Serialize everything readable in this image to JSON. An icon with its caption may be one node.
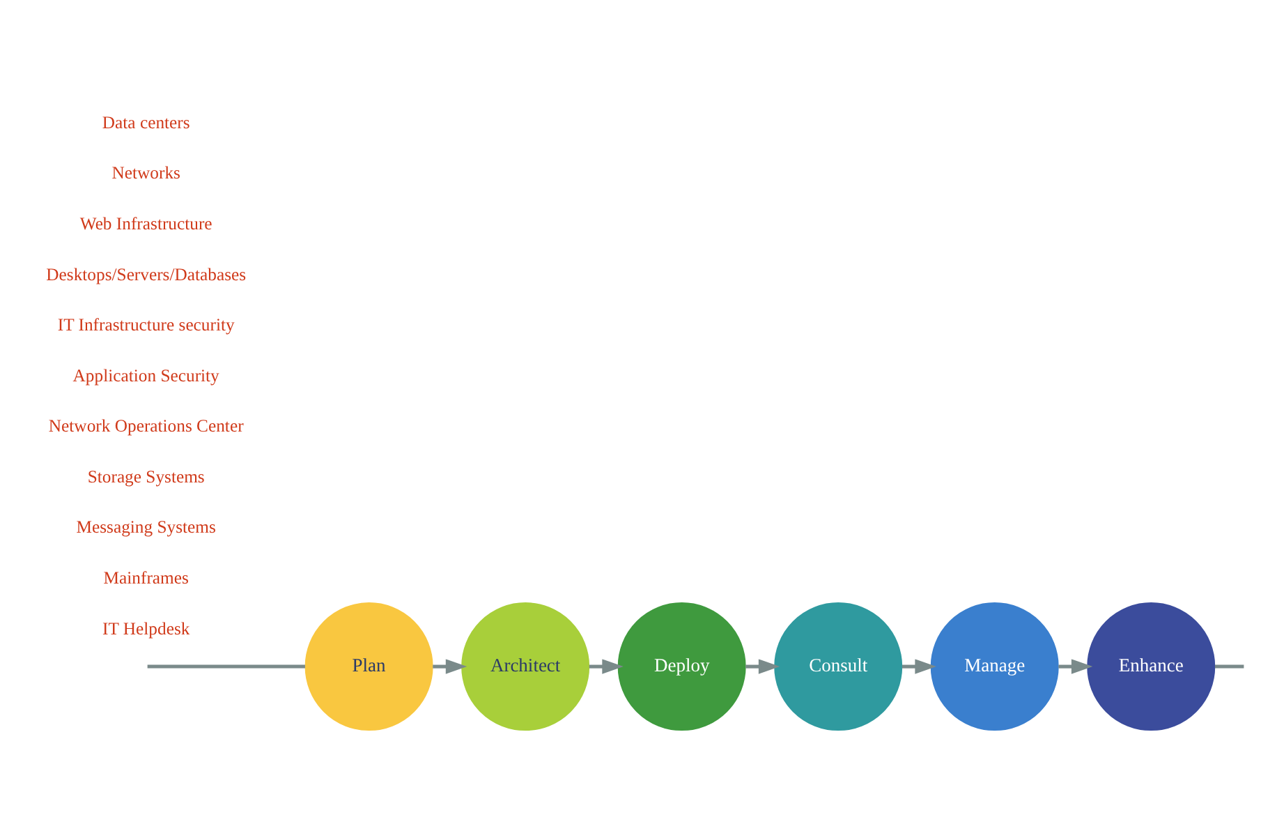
{
  "diagram": {
    "nodes": [
      {
        "text": [
          "Plan"
        ]
      },
      {
        "text": [
          "Architect"
        ]
      },
      {
        "text": [
          "Deploy"
        ]
      },
      {
        "text": [
          "Consult"
        ]
      },
      {
        "text": [
          "Manage"
        ]
      },
      {
        "text": [
          "Enhance"
        ]
      }
    ],
    "edges": [
      {
        "from": null,
        "to": 0,
        "arrow": "none"
      },
      {
        "from": 0,
        "to": 1,
        "arrow": "to"
      },
      {
        "from": 1,
        "to": 2,
        "arrow": "to"
      },
      {
        "from": 2,
        "to": 3,
        "arrow": "to"
      },
      {
        "from": 3,
        "to": 4,
        "arrow": "to"
      },
      {
        "from": 4,
        "to": 5,
        "arrow": "to"
      },
      {
        "from": 5,
        "to": null,
        "arrow": "none"
      }
    ],
    "labels": [
      "Data centers",
      "Networks",
      "Web Infrastructure",
      "Desktops/Servers/Databases",
      "IT Infrastructure security",
      "Application Security",
      "Network Operations Center",
      "Storage Systems",
      "Messaging Systems",
      "Mainframes",
      "IT Helpdesk"
    ]
  }
}
